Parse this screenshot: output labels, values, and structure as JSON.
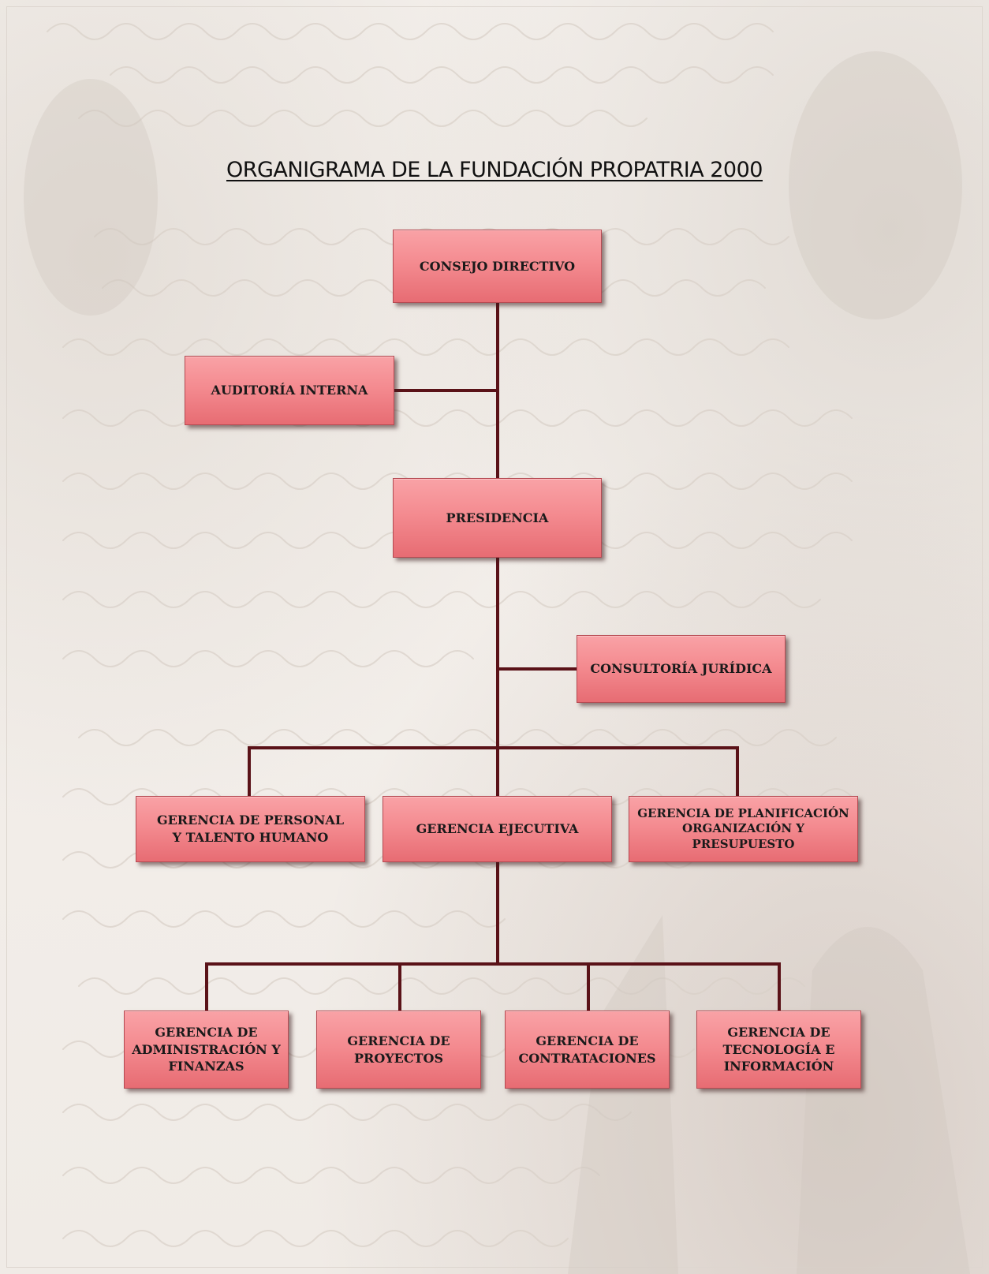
{
  "title": "ORGANIGRAMA DE LA FUNDACIÓN PROPATRIA 2000",
  "nodes": {
    "consejo": "CONSEJO DIRECTIVO",
    "auditoria": "AUDITORÍA INTERNA",
    "presidencia": "PRESIDENCIA",
    "consultoria": "CONSULTORÍA JURÍDICA",
    "gerencia_personal": "GERENCIA DE PERSONAL\nY TALENTO HUMANO",
    "gerencia_ejecutiva": "GERENCIA EJECUTIVA",
    "gerencia_planificacion": "GERENCIA DE PLANIFICACIÓN\nORGANIZACIÓN Y\nPRESUPUESTO",
    "gerencia_administracion": "GERENCIA DE\nADMINISTRACIÓN Y\nFINANZAS",
    "gerencia_proyectos": "GERENCIA DE\nPROYECTOS",
    "gerencia_contrataciones": "GERENCIA DE\nCONTRATACIONES",
    "gerencia_tecnologia": "GERENCIA DE\nTECNOLOGÍA E\nINFORMACIÓN"
  },
  "colors": {
    "box_fill": "#f48b90",
    "connector": "#5a1218"
  }
}
